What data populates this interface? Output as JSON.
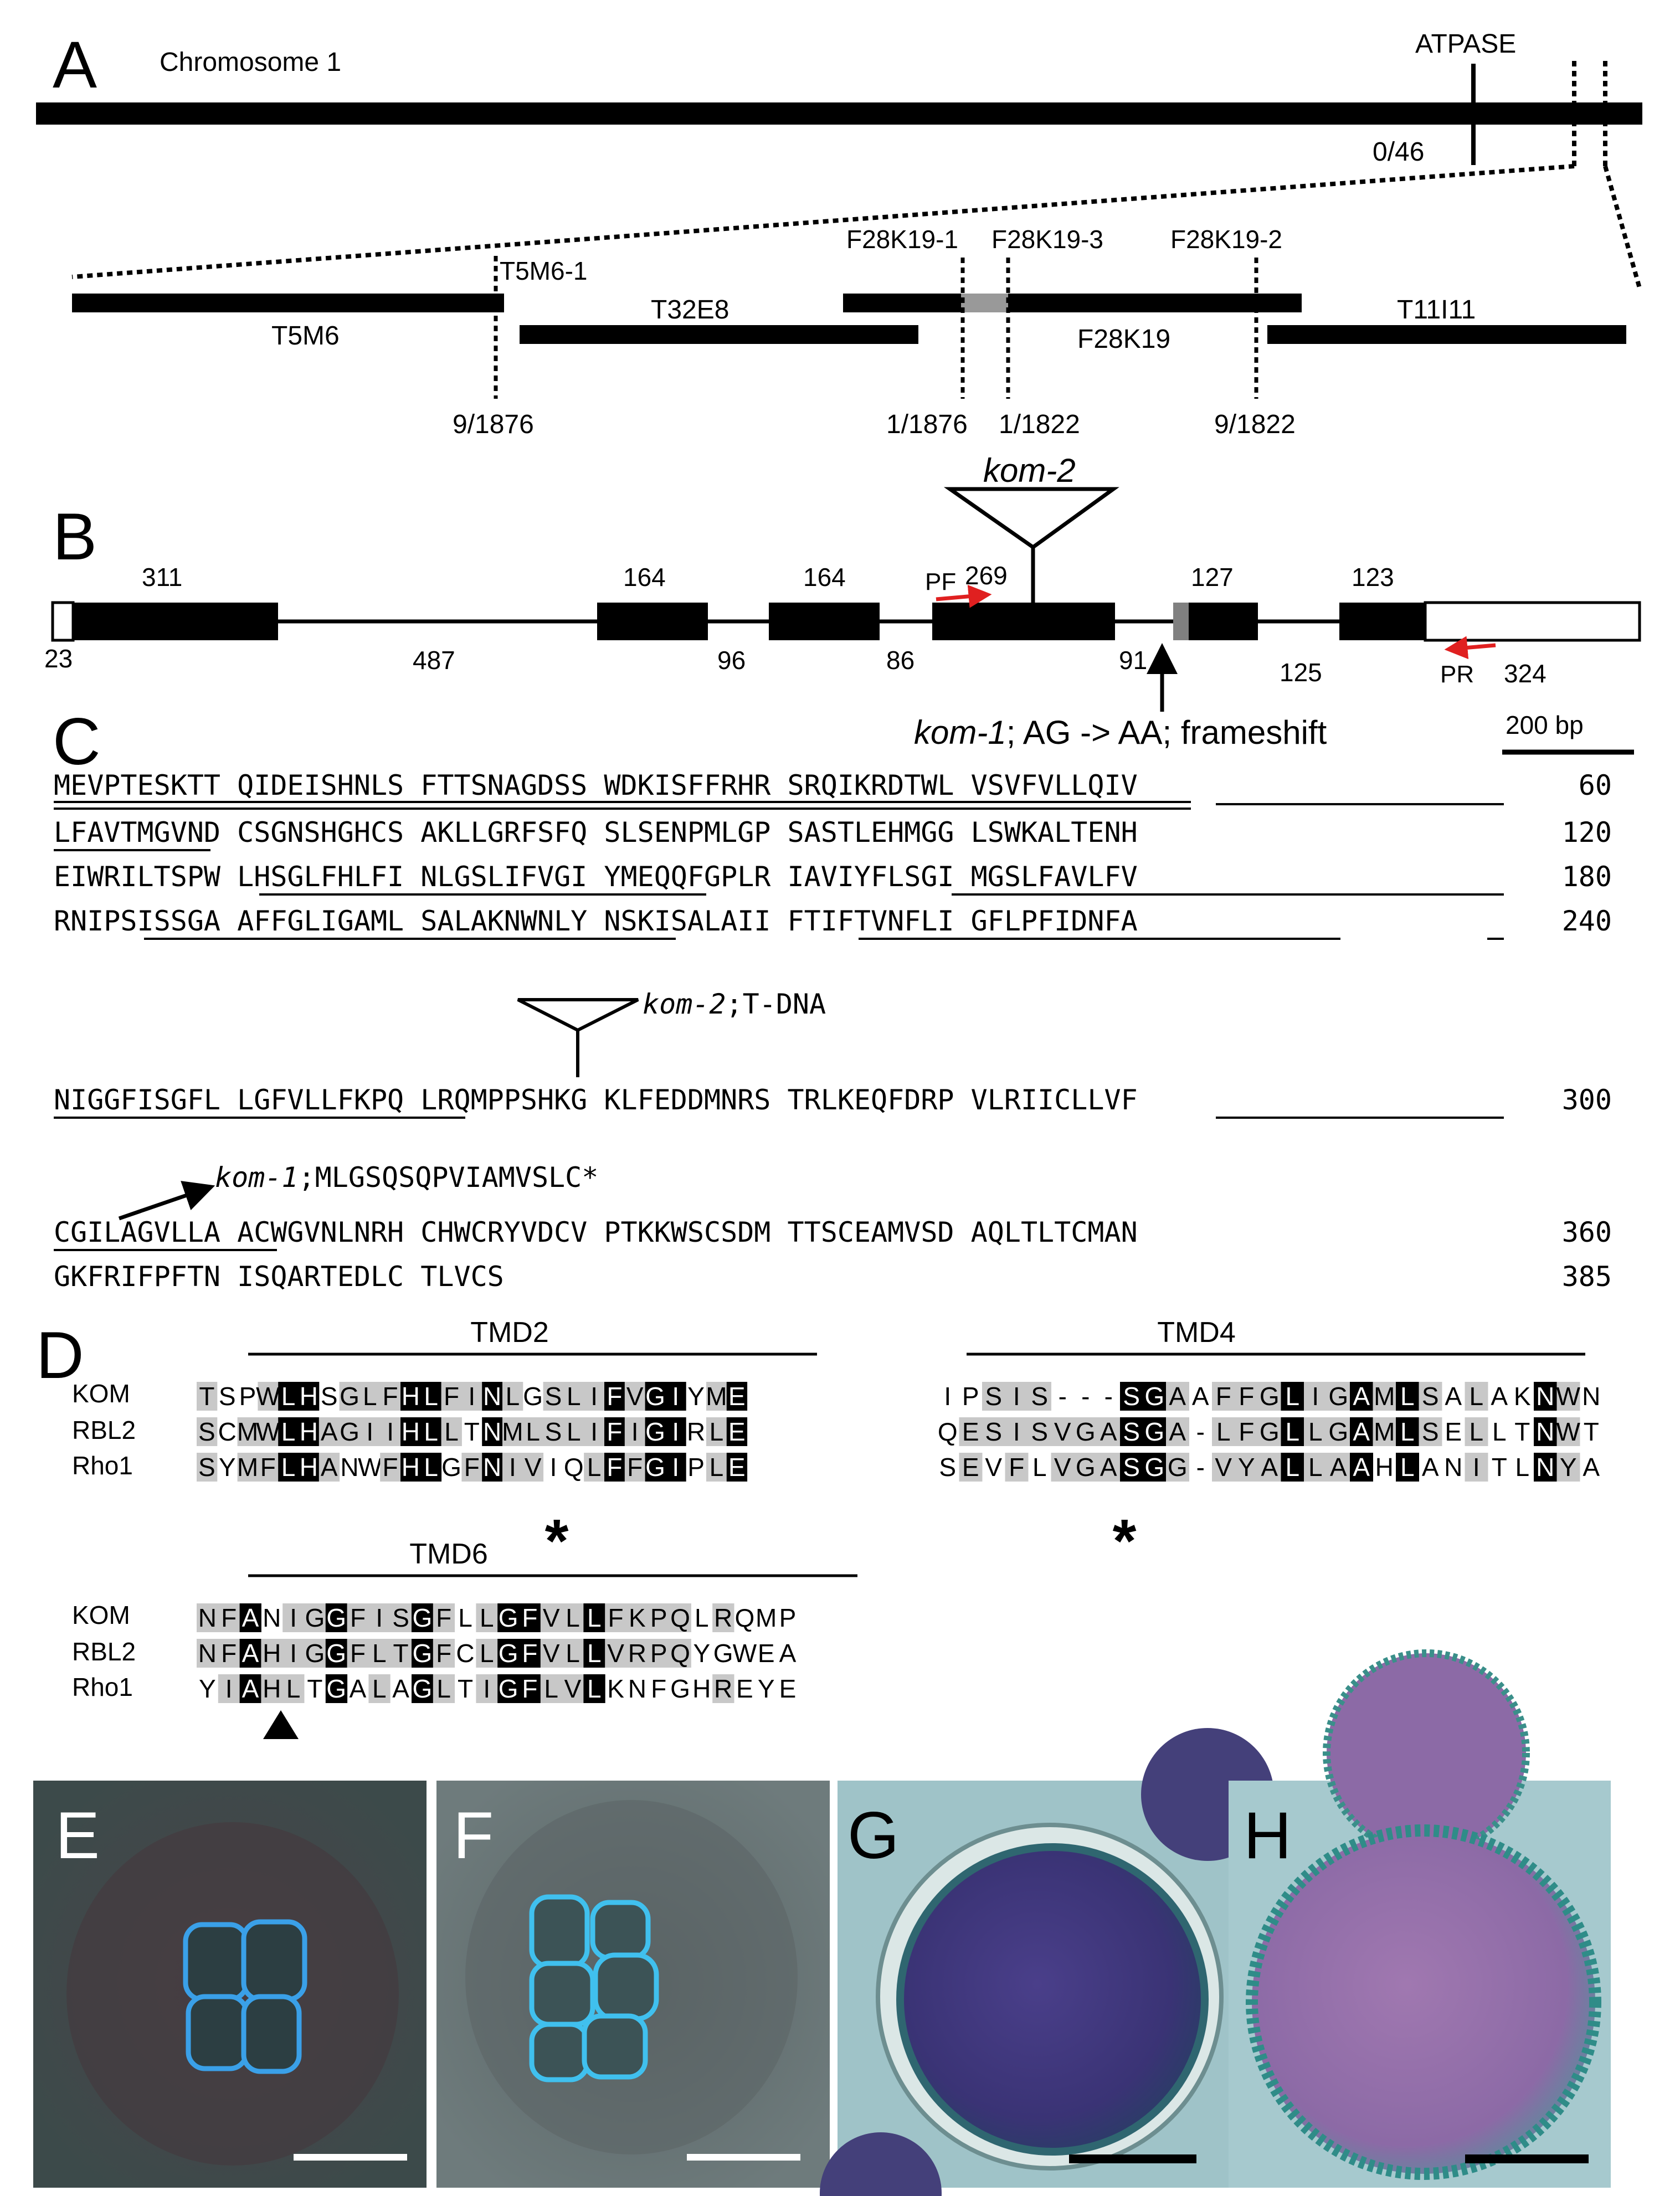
{
  "panel_labels": [
    "A",
    "B",
    "C",
    "D",
    "E",
    "F",
    "G",
    "H"
  ],
  "panel_a": {
    "chromosome": "Chromosome 1",
    "marker": "ATPASE",
    "marker_ratio": "0/46",
    "bacs": [
      {
        "name": "T5M6",
        "label": "T5M6"
      },
      {
        "name": "T32E8",
        "label": "T32E8"
      },
      {
        "name": "F28K19",
        "label": "F28K19"
      },
      {
        "name": "T11I11",
        "label": "T11I11"
      }
    ],
    "markers": [
      {
        "name": "T5M6-1",
        "ratio": "9/1876"
      },
      {
        "name": "F28K19-1",
        "ratio": "1/1876"
      },
      {
        "name": "F28K19-3",
        "ratio": "1/1822"
      },
      {
        "name": "F28K19-2",
        "ratio": "9/1822"
      }
    ]
  },
  "panel_b": {
    "insertion": "kom-2",
    "exon_sizes": [
      "311",
      "164",
      "164",
      "269",
      "127",
      "123"
    ],
    "utr_sizes": [
      "23",
      "324"
    ],
    "intron_sizes": [
      "487",
      "96",
      "86",
      "91",
      "125"
    ],
    "primer_forward": "PF",
    "primer_reverse": "PR",
    "mutation_note_italic": "kom-1",
    "mutation_note_rest": "; AG -> AA; frameshift",
    "scale": "200 bp",
    "colors": {
      "exon": "#000000",
      "utr": "#ffffff",
      "mutated_exon": "#808080",
      "primer_arrow": "#e02020"
    }
  },
  "panel_c": {
    "lines": [
      {
        "seq": "MEVPTESKTT QIDEISHNLS FTTSNAGDSS WDKISFFRHR SRQIKRDTWL VSVFVLLQIV",
        "num": "60"
      },
      {
        "seq": "LFAVTMGVND CSGNSHGHCS AKLLGRFSFQ SLSENPMLGP SASTLEHMGG LSWKALTENH",
        "num": "120"
      },
      {
        "seq": "EIWRILTSPW LHSGLFHLFI NLGSLIFVGI YMEQQFGPLR IAVIYFLSGI MGSLFAVLFV",
        "num": "180"
      },
      {
        "seq": "RNIPSISSGA AFFGLIGAML SALAKNWNLY NSKISALAII FTIFTVNFLI GFLPFIDNFA",
        "num": "240"
      },
      {
        "seq": "NIGGFISGFL LGFVLLFKPQ LRQMPPSHKG KLFEDDMNRS TRLKEQFDRP VLRIICLLVF",
        "num": "300"
      },
      {
        "seq": "CGILAGVLLA ACWGVNLNRH CHWCRYVDCV PTKKWSCSDM TTSCEAMVSD AQLTLTCMAN",
        "num": "360"
      },
      {
        "seq": "GKFRIFPFTN ISQARTEDLC TLVCS",
        "num": "385"
      }
    ],
    "kom2_label_italic": "kom-2",
    "kom2_label_rest": ";T-DNA",
    "kom1_label_italic": "kom-1",
    "kom1_label_rest": ";MLGSQSQPVIAMVSLC*"
  },
  "panel_d": {
    "blocks": [
      {
        "title": "TMD2",
        "rows": [
          {
            "name": "KOM",
            "seq": "TSPWLHSGLFHLFINLGSLIFVGIYME"
          },
          {
            "name": "RBL2",
            "seq": "SCMWLHAGIIHLLTNMLSLIFIGIRLE"
          },
          {
            "name": "Rho1",
            "seq": "SYMFLHANWFHLGFNIVIQLFFGIPLE"
          }
        ]
      },
      {
        "title": "TMD4",
        "rows": [
          {
            "name": "",
            "seq": "IPSIS---SGAAFFGLIGAMLSALAKNWN"
          },
          {
            "name": "",
            "seq": "QESISVGASGA-LFGLLGAMLSELLTNWT"
          },
          {
            "name": "",
            "seq": "SEVFLVGASGG-VYALLAAHLANITLNYA"
          }
        ]
      },
      {
        "title": "TMD6",
        "rows": [
          {
            "name": "KOM",
            "seq": "NFANIGGFISGFLLGFVLLFKPQLRQMP"
          },
          {
            "name": "RBL2",
            "seq": "NFAHIGGFLTGFCLGFVLLVRPQYGWEA"
          },
          {
            "name": "Rho1",
            "seq": "YIAHLTGALAGLTIGFLVLKNFGHREYE"
          }
        ]
      }
    ],
    "colors": {
      "identical": "#000000",
      "similar": "#c8c8c8"
    }
  },
  "micrographs": [
    {
      "id": "E",
      "scale_bar": "white"
    },
    {
      "id": "F",
      "scale_bar": "white"
    },
    {
      "id": "G",
      "scale_bar": "black"
    },
    {
      "id": "H",
      "scale_bar": "black"
    }
  ]
}
